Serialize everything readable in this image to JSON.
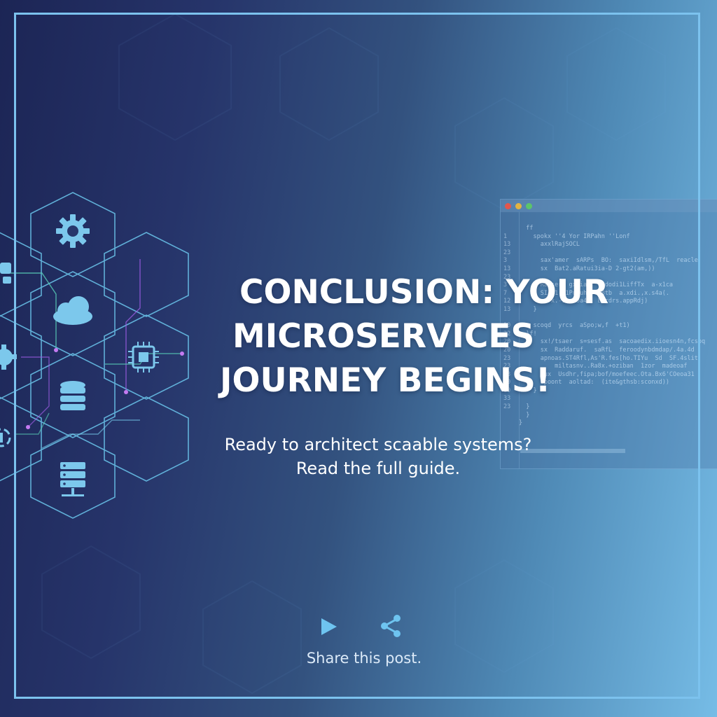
{
  "title": {
    "line1": "CONCLUSION: YOUR",
    "line2": "MICROSERVICES",
    "line3": "JOURNEY BEGINS!"
  },
  "subtitle": {
    "line1": "Ready to architect scaable systems?",
    "line2": "Read the full guide."
  },
  "footer": {
    "share_text": "Share this post.",
    "play_icon": "play-icon",
    "share_icon": "share-icon"
  },
  "code_window": {
    "lines": [
      {
        "n": "",
        "code": "  ff"
      },
      {
        "n": "1",
        "code": "    spokx ''4 Yor IRPahn ''Lonf"
      },
      {
        "n": "13",
        "code": "      axxlRajSOCL"
      },
      {
        "n": "23",
        "code": ""
      },
      {
        "n": "3",
        "code": "      sax'amer  sARPs  BO:  saxiIdlsm,/TfL  reacle"
      },
      {
        "n": "13",
        "code": "      sx  Bat2.aRatui3ia-D 2-gt2(am,))"
      },
      {
        "n": "23",
        "code": ""
      },
      {
        "n": "3",
        "code": "      Rapser  gxniam  apdodi1LiffTx  a-x1ca"
      },
      {
        "n": "7",
        "code": "      SIA.1.41Pu-uha;1-8tb  a.xdi.,x.s4a(."
      },
      {
        "n": "12",
        "code": "      porx.-1r.aoa41  BCrdrs.appRdj)"
      },
      {
        "n": "13",
        "code": "    }"
      },
      {
        "n": "",
        "code": ""
      },
      {
        "n": "10",
        "code": "    scoqd  yrcs  aSpo;w,f  +t1)"
      },
      {
        "n": "22",
        "code": "  }f!"
      },
      {
        "n": "20",
        "code": "      sx!/tsaer  s=sesf.as  sacoaedix.iioesn4n,fcsbq"
      },
      {
        "n": "20",
        "code": "      sx  Raddaruf.  saRfL  feroodynbdmdap/.4a.4d"
      },
      {
        "n": "23",
        "code": "      apnoas.ST4Rfl,As'R.fes[ho.TIYu  Sd  SF.4slit"
      },
      {
        "n": "23",
        "code": "          miltasnv..Ra8x.+oziban  1zor  madeoaf"
      },
      {
        "n": "23",
        "code": "      sux  Usdhr,fipa;bof/moefeec.Ota.Bx6'COeoa31"
      },
      {
        "n": "10",
        "code": "      dpoont  aoltad:  (ite&gthsb:sconxd))"
      },
      {
        "n": "10",
        "code": "    }"
      },
      {
        "n": "33",
        "code": ""
      },
      {
        "n": "23",
        "code": "  }"
      },
      {
        "n": "",
        "code": "  }"
      },
      {
        "n": "",
        "code": "}"
      }
    ]
  }
}
